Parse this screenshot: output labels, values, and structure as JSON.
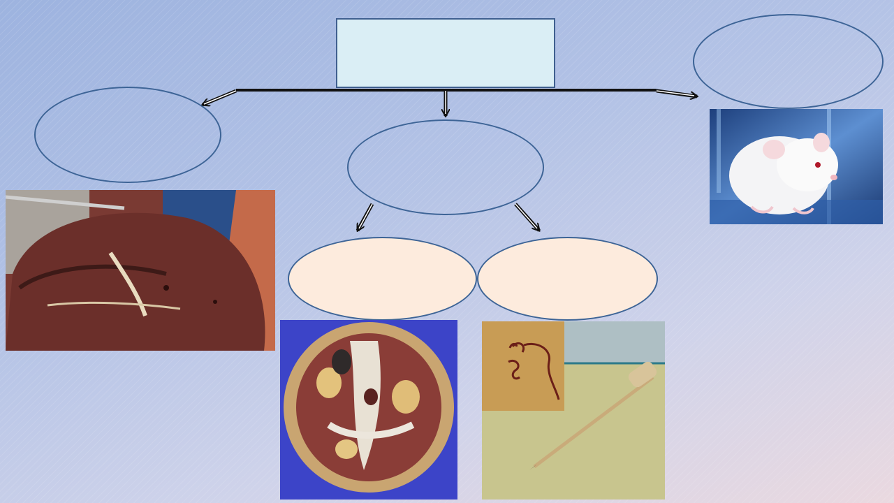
{
  "diagram": {
    "root_box": {
      "text": ""
    },
    "nodes": [
      {
        "id": "left",
        "text": ""
      },
      {
        "id": "center",
        "text": ""
      },
      {
        "id": "right",
        "text": ""
      },
      {
        "id": "bottom-left",
        "text": ""
      },
      {
        "id": "bottom-right",
        "text": ""
      }
    ],
    "images": [
      {
        "id": "liver",
        "icon": "liver-specimen-photo"
      },
      {
        "id": "heart",
        "icon": "heart-specimen-photo"
      },
      {
        "id": "worm",
        "icon": "worm-syringe-photo"
      },
      {
        "id": "rat",
        "icon": "white-rat-photo"
      }
    ]
  },
  "colors": {
    "node_border": "#3d6496",
    "root_fill": "#daeef5",
    "leaf_fill": "#fdebdd"
  }
}
